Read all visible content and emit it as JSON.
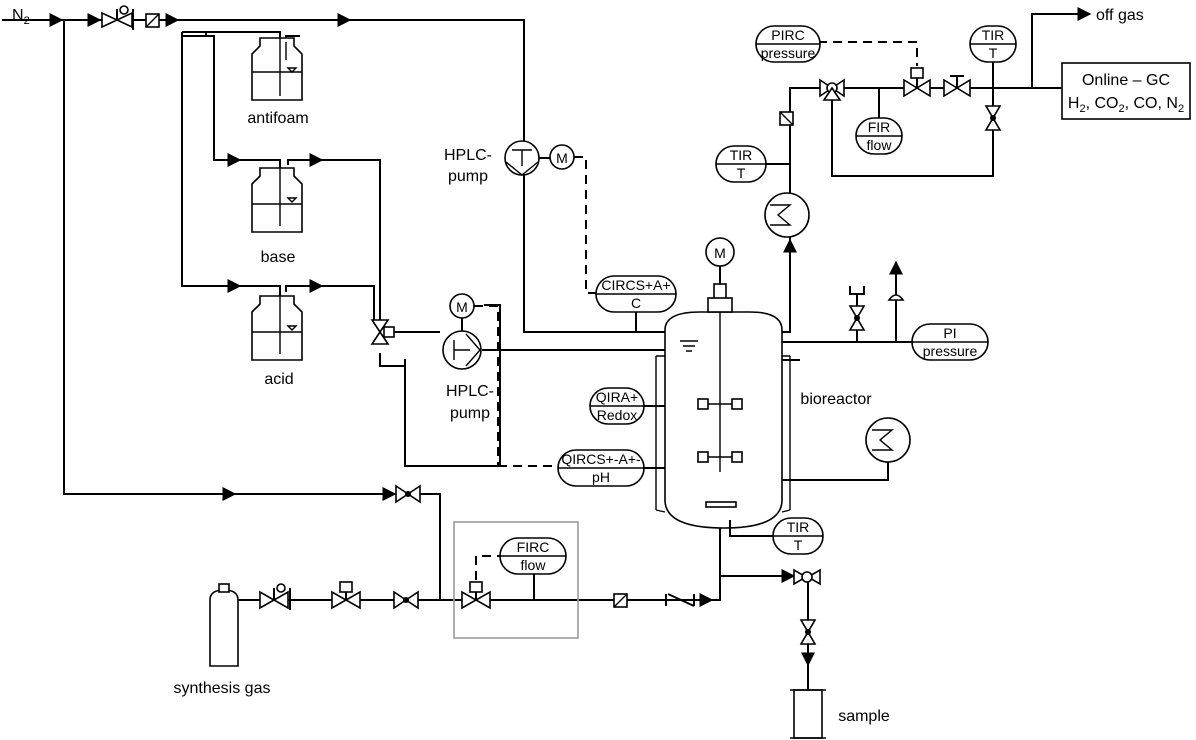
{
  "labels": {
    "n2": "N",
    "n2_sub": "2",
    "off_gas": "off gas",
    "antifoam": "antifoam",
    "base": "base",
    "acid": "acid",
    "hplc_pump_1_line1": "HPLC-",
    "hplc_pump_1_line2": "pump",
    "hplc_pump_2_line1": "HPLC-",
    "hplc_pump_2_line2": "pump",
    "motor": "M",
    "bioreactor": "bioreactor",
    "synthesis_gas": "synthesis gas",
    "sample": "sample"
  },
  "gc": {
    "line1": "Online – GC",
    "h": "H",
    "h_sub": "2",
    "co2_a": ", CO",
    "co2_sub": "2",
    "rest": ", CO, N",
    "n_sub": "2"
  },
  "instruments": {
    "pirc": {
      "top": "PIRC",
      "bottom": "pressure"
    },
    "tir_top": {
      "top": "TIR",
      "bottom": "T"
    },
    "fir": {
      "top": "FIR",
      "bottom": "flow"
    },
    "tir_mid": {
      "top": "TIR",
      "bottom": "T"
    },
    "circs": {
      "top": "CIRCS+A+",
      "bottom": "C"
    },
    "pi": {
      "top": "PI",
      "bottom": "pressure"
    },
    "qira": {
      "top": "QIRA+",
      "bottom": "Redox"
    },
    "qircs": {
      "top": "QIRCS+-A+-",
      "bottom": "pH"
    },
    "tir_bot": {
      "top": "TIR",
      "bottom": "T"
    },
    "firc": {
      "top": "FIRC",
      "bottom": "flow"
    }
  }
}
